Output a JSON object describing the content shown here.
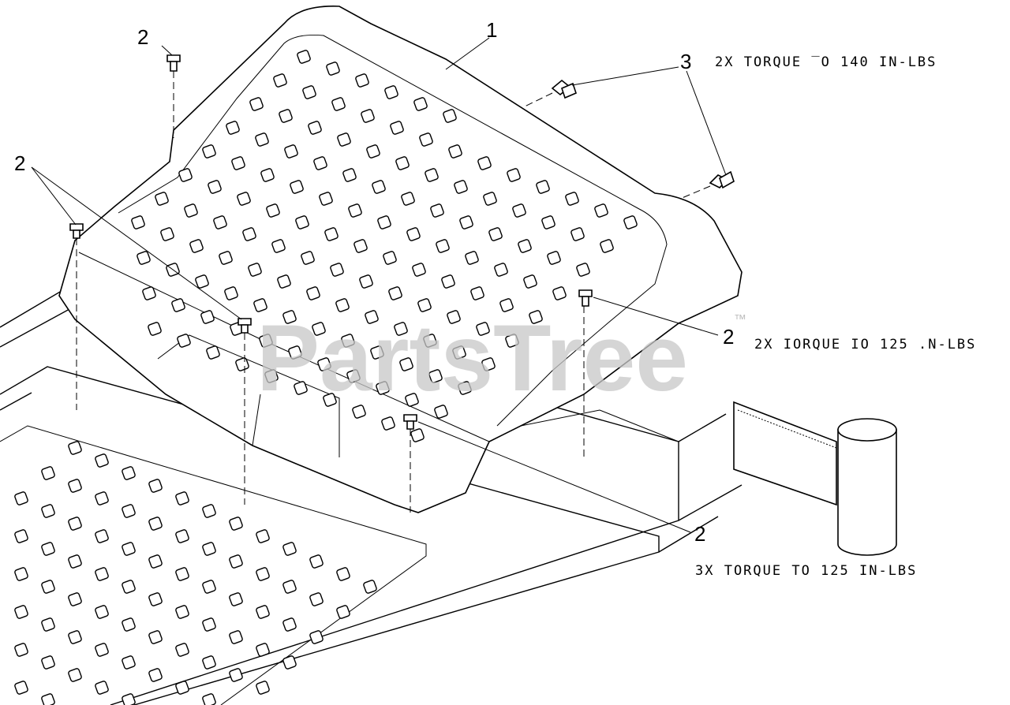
{
  "callouts": {
    "c1": "1",
    "c2_top": "2",
    "c2_left": "2",
    "c2_right": "2",
    "c2_bottom": "2",
    "c3": "3"
  },
  "notes": {
    "torque_140": "2X TORQUE ‾O 140 IN-LBS",
    "torque_125_2x": "2X IORQUE IO 125 .N-LBS",
    "torque_125_3x": "3X TORQUE TO 125 IN-LBS"
  },
  "watermark": {
    "text": "PartsTree",
    "trademark": "™"
  }
}
